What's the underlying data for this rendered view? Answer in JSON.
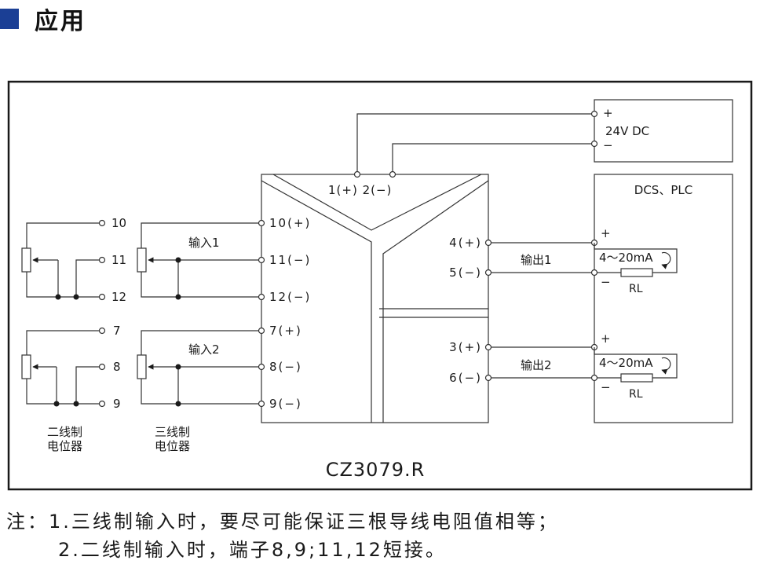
{
  "heading": {
    "title": "应用"
  },
  "power": {
    "plus": "+",
    "label": "24V DC",
    "minus": "−"
  },
  "power_terminals": "1(+) 2(−)",
  "dcs": {
    "title": "DCS、PLC",
    "loop1": {
      "plus": "+",
      "current": "4～20mA",
      "minus": "−",
      "rl": "RL"
    },
    "loop2": {
      "plus": "+",
      "current": "4～20mA",
      "minus": "−",
      "rl": "RL"
    }
  },
  "module": {
    "inputs": [
      "10(+)",
      "11(−)",
      "12(−)",
      "7(+)",
      "8(−)",
      "9(−)"
    ],
    "outputs": [
      "4(+)",
      "5(−)",
      "3(+)",
      "6(−)"
    ],
    "model": "CZ3079.R"
  },
  "wiring": {
    "input1": "输入1",
    "input2": "输入2",
    "output1": "输出1",
    "output2": "输出2",
    "two_wire_terminals": [
      "10",
      "11",
      "12",
      "7",
      "8",
      "9"
    ],
    "two_wire_caption": [
      "二线制",
      "电位器"
    ],
    "three_wire_caption": [
      "三线制",
      "电位器"
    ]
  },
  "notes": {
    "line1": "注：1.三线制输入时，要尽可能保证三根导线电阻值相等；",
    "line2": "2.二线制输入时，端子8,9;11,12短接。"
  }
}
